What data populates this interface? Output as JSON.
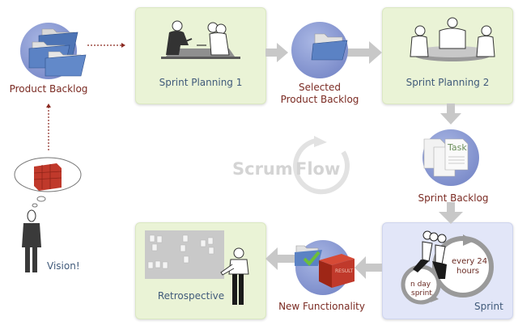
{
  "diagram": {
    "title_watermark": {
      "part1": "Scrum",
      "part2": "Flow"
    },
    "nodes": {
      "product_backlog": {
        "label": "Product Backlog",
        "icon": "folders-icon"
      },
      "sprint_planning_1": {
        "label": "Sprint Planning 1",
        "icon": "meeting-icon"
      },
      "selected_product_backlog": {
        "label_line1": "Selected",
        "label_line2": "Product Backlog",
        "icon": "folder-icon"
      },
      "sprint_planning_2": {
        "label": "Sprint Planning 2",
        "icon": "round-table-meeting-icon"
      },
      "sprint_backlog": {
        "label": "Sprint Backlog",
        "icon": "task-documents-icon",
        "doc_text": "Task"
      },
      "sprint": {
        "label": "Sprint",
        "icon": "running-people-icon",
        "cycle_daily_line1": "every 24",
        "cycle_daily_line2": "hours",
        "cycle_sprint_line1": "n day",
        "cycle_sprint_line2": "sprint"
      },
      "new_functionality": {
        "label": "New Functionality",
        "icon": "result-box-icon",
        "box_text": "RESULT"
      },
      "retrospective": {
        "label": "Retrospective",
        "icon": "presenter-board-icon"
      },
      "vision": {
        "label": "Vision!",
        "icon": "thinking-person-icon"
      }
    },
    "colors": {
      "phase_box_green": "#eaf3d6",
      "phase_box_blue": "#e2e6f8",
      "artifact_label": "#7a2a22",
      "phase_label": "#405a7a",
      "artifact_circle": "#7f8fcc",
      "arrow": "#c8c8c8",
      "dotted_arrow": "#8b2a22"
    }
  }
}
